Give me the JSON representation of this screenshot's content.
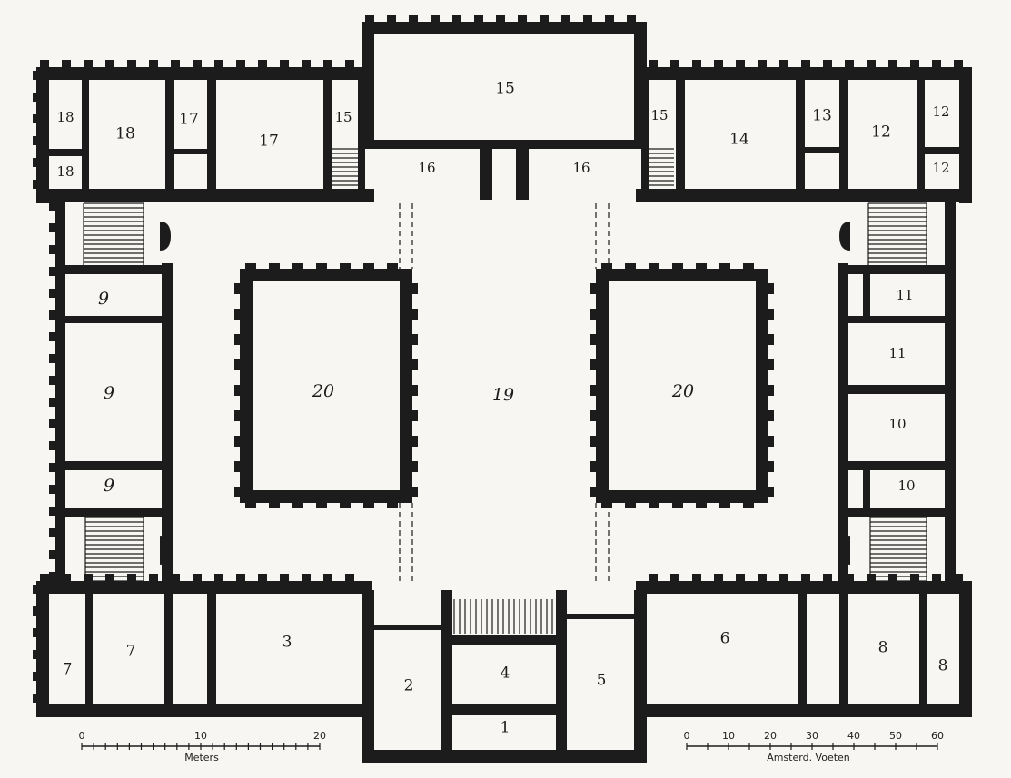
{
  "labels": {
    "r1": "1",
    "r2": "2",
    "r3": "3",
    "r4": "4",
    "r5": "5",
    "r6": "6",
    "r7": "7",
    "r8": "8",
    "r9": "9",
    "r10": "10",
    "r11": "11",
    "r12": "12",
    "r13": "13",
    "r14": "14",
    "r15": "15",
    "r16": "16",
    "r17": "17",
    "r18": "18",
    "r19": "19",
    "r20": "20"
  },
  "scale_meters": {
    "title": "Meters",
    "ticks": [
      "0",
      "10",
      "20"
    ]
  },
  "scale_feet": {
    "title": "Amsterd. Voeten",
    "ticks": [
      "0",
      "10",
      "20",
      "30",
      "40",
      "50",
      "60"
    ]
  },
  "colors": {
    "wall": "#1c1c1c",
    "paper": "#f7f6f2"
  }
}
